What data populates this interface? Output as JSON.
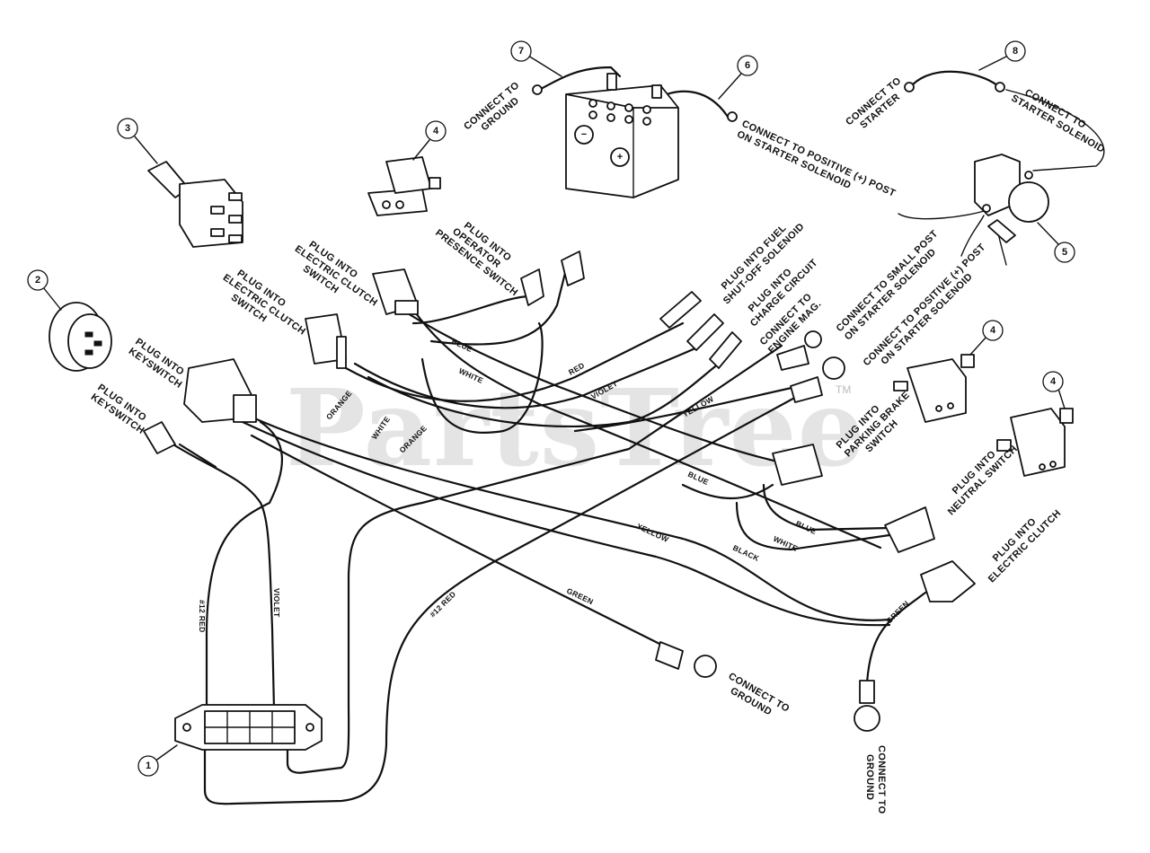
{
  "watermark": {
    "text": "PartsTree",
    "tm": "TM"
  },
  "callouts": [
    "1",
    "2",
    "3",
    "4",
    "5",
    "6",
    "7",
    "8"
  ],
  "labels": {
    "connect_ground_top": [
      "CONNECT TO",
      "GROUND"
    ],
    "connect_positive_top": [
      "CONNECT TO POSITIVE (+) POST",
      "ON STARTER SOLENOID"
    ],
    "connect_starter": [
      "CONNECT TO",
      "STARTER"
    ],
    "connect_starter_solenoid": [
      "CONNECT TO",
      "STARTER SOLENOID"
    ],
    "plug_operator_presence": [
      "PLUG INTO",
      "OPERATOR",
      "PRESENCE SWITCH"
    ],
    "plug_electric_clutch_switch_1": [
      "PLUG INTO",
      "ELECTRIC CLUTCH",
      "SWITCH"
    ],
    "plug_electric_clutch_switch_2": [
      "PLUG INTO",
      "ELECTRIC CLUTCH",
      "SWITCH"
    ],
    "plug_keyswitch_1": [
      "PLUG INTO",
      "KEYSWITCH"
    ],
    "plug_keyswitch_2": [
      "PLUG INTO",
      "KEYSWITCH"
    ],
    "plug_fuel_solenoid": [
      "PLUG INTO FUEL",
      "SHUT-OFF SOLENOID"
    ],
    "plug_charge_circuit": [
      "PLUG INTO",
      "CHARGE CIRCUIT"
    ],
    "connect_engine_mag": [
      "CONNECT TO",
      "ENGINE MAG."
    ],
    "connect_small_post": [
      "CONNECT TO SMALL POST",
      "ON STARTER SOLENOID"
    ],
    "connect_positive_mid": [
      "CONNECT TO POSITIVE (+) POST",
      "ON STARTER SOLENOID"
    ],
    "plug_parking_brake": [
      "PLUG INTO",
      "PARKING BRAKE",
      "SWITCH"
    ],
    "plug_neutral": [
      "PLUG INTO",
      "NEUTRAL SWITCH"
    ],
    "plug_electric_clutch": [
      "PLUG INTO",
      "ELECTRIC CLUTCH"
    ],
    "connect_ground_mid": [
      "CONNECT TO",
      "GROUND"
    ],
    "connect_ground_bottom": [
      "CONNECT TO",
      "GROUND"
    ]
  },
  "wire_labels": {
    "blue_1": "BLUE",
    "white_1": "WHITE",
    "red": "RED",
    "violet_1": "VIOLET",
    "yellow_1": "YELLOW",
    "orange_1": "ORANGE",
    "white_2": "WHITE",
    "orange_2": "ORANGE",
    "blue_2": "BLUE",
    "blue_3": "BLUE",
    "white_3": "WHITE",
    "yellow_2": "YELLOW",
    "black": "BLACK",
    "green_1": "GREEN",
    "green_2": "GREEN",
    "red12_1": "#12 RED",
    "red12_2": "#12 RED",
    "violet_2": "VIOLET"
  },
  "battery_signs": {
    "minus": "−",
    "plus": "+"
  }
}
